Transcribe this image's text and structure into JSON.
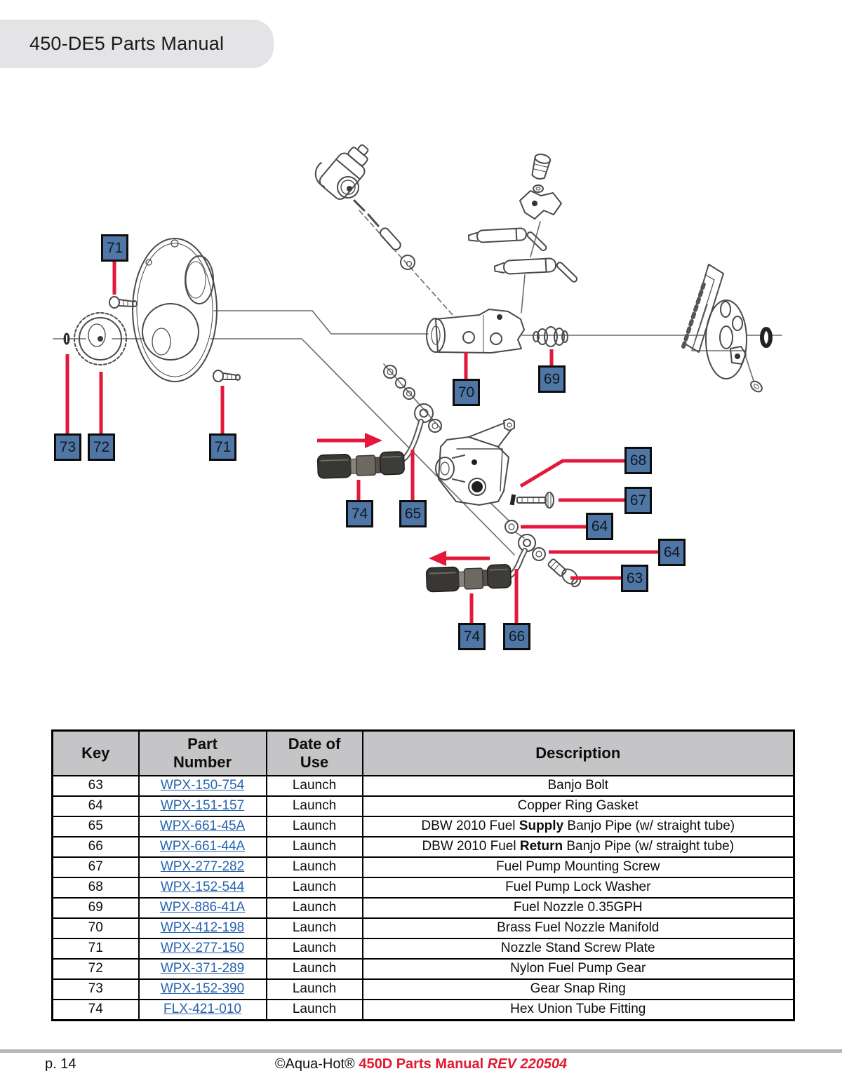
{
  "banner": {
    "title": "450-DE5 Parts Manual"
  },
  "diagram": {
    "callouts": {
      "c71a": "71",
      "c73": "73",
      "c72": "72",
      "c71b": "71",
      "c74a": "74",
      "c65": "65",
      "c70": "70",
      "c69": "69",
      "c68": "68",
      "c67": "67",
      "c64a": "64",
      "c64b": "64",
      "c63": "63",
      "c74b": "74",
      "c66": "66"
    }
  },
  "table": {
    "headers": {
      "key": "Key",
      "part_l1": "Part",
      "part_l2": "Number",
      "date_l1": "Date of",
      "date_l2": "Use",
      "desc": "Description"
    },
    "rows": [
      {
        "key": "63",
        "part": "WPX-150-754",
        "date": "Launch",
        "desc_pre": "Banjo Bolt",
        "desc_bold": "",
        "desc_post": ""
      },
      {
        "key": "64",
        "part": "WPX-151-157",
        "date": "Launch",
        "desc_pre": "Copper Ring Gasket",
        "desc_bold": "",
        "desc_post": ""
      },
      {
        "key": "65",
        "part": "WPX-661-45A",
        "date": "Launch",
        "desc_pre": "DBW 2010 Fuel ",
        "desc_bold": "Supply",
        "desc_post": " Banjo Pipe (w/ straight tube)"
      },
      {
        "key": "66",
        "part": "WPX-661-44A",
        "date": "Launch",
        "desc_pre": "DBW 2010 Fuel ",
        "desc_bold": "Return",
        "desc_post": " Banjo Pipe (w/ straight tube)"
      },
      {
        "key": "67",
        "part": "WPX-277-282",
        "date": "Launch",
        "desc_pre": "Fuel Pump Mounting Screw",
        "desc_bold": "",
        "desc_post": ""
      },
      {
        "key": "68",
        "part": "WPX-152-544",
        "date": "Launch",
        "desc_pre": "Fuel Pump Lock Washer",
        "desc_bold": "",
        "desc_post": ""
      },
      {
        "key": "69",
        "part": "WPX-886-41A",
        "date": "Launch",
        "desc_pre": "Fuel Nozzle 0.35GPH",
        "desc_bold": "",
        "desc_post": ""
      },
      {
        "key": "70",
        "part": "WPX-412-198",
        "date": "Launch",
        "desc_pre": "Brass Fuel Nozzle Manifold",
        "desc_bold": "",
        "desc_post": ""
      },
      {
        "key": "71",
        "part": "WPX-277-150",
        "date": "Launch",
        "desc_pre": "Nozzle Stand Screw Plate",
        "desc_bold": "",
        "desc_post": ""
      },
      {
        "key": "72",
        "part": "WPX-371-289",
        "date": "Launch",
        "desc_pre": "Nylon Fuel Pump Gear",
        "desc_bold": "",
        "desc_post": ""
      },
      {
        "key": "73",
        "part": "WPX-152-390",
        "date": "Launch",
        "desc_pre": "Gear Snap Ring",
        "desc_bold": "",
        "desc_post": ""
      },
      {
        "key": "74",
        "part": "FLX-421-010",
        "date": "Launch",
        "desc_pre": "Hex Union Tube Fitting",
        "desc_bold": "",
        "desc_post": ""
      }
    ]
  },
  "footer": {
    "page": "p. 14",
    "copyright": "©Aqua-Hot® ",
    "manual": "450D Parts Manual ",
    "rev": "REV 220504"
  },
  "colors": {
    "accent_red": "#e3183a",
    "callout_blue": "#4f76a4",
    "link_blue": "#2563af",
    "header_gray": "#c5c5c7",
    "banner_gray": "#e4e4e6"
  }
}
